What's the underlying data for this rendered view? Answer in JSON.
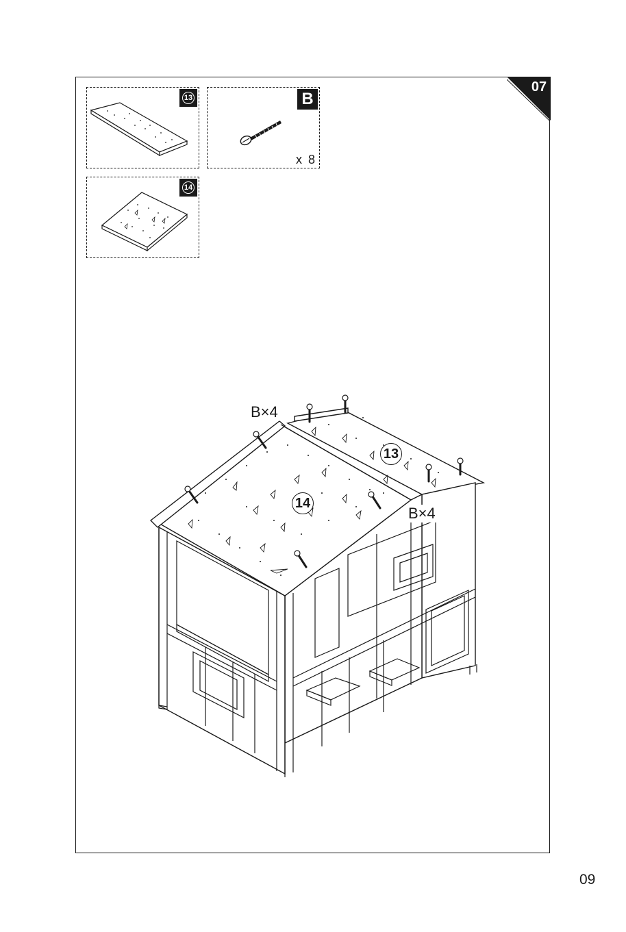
{
  "step": {
    "number": "07"
  },
  "parts": [
    {
      "id": "13",
      "label": "13",
      "name": "roof panel 13"
    },
    {
      "id": "B",
      "label": "B",
      "quantity": "x 8",
      "name": "screw B"
    },
    {
      "id": "14",
      "label": "14",
      "name": "roof panel 14"
    }
  ],
  "assembly": {
    "callout_left": "14",
    "callout_right": "13",
    "screw_label_left": "B×4",
    "screw_label_right": "B×4"
  },
  "page": {
    "number": "09"
  },
  "colors": {
    "ink": "#1a1a1a",
    "paper": "#ffffff"
  }
}
